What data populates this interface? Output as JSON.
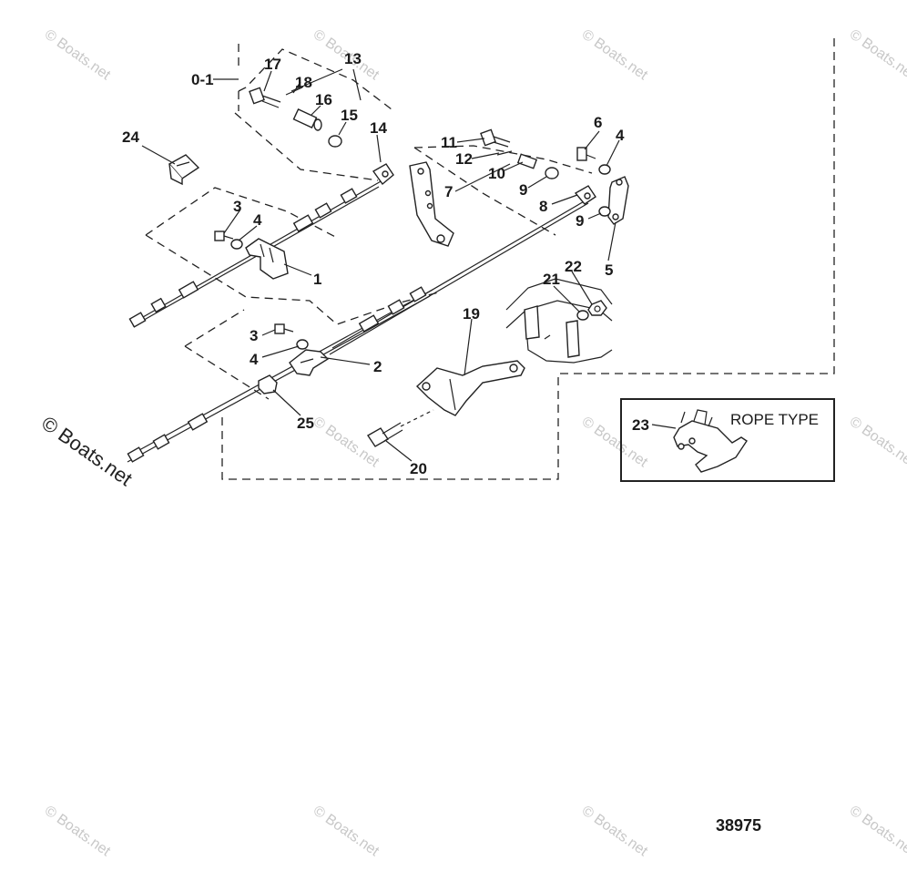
{
  "diagram": {
    "figure_number": "38975",
    "inset_title": "ROPE TYPE",
    "group_label": "0-1",
    "watermark": "© Boats.net",
    "callouts": {
      "c1": "1",
      "c2": "2",
      "c3a": "3",
      "c3b": "3",
      "c4a": "4",
      "c4b": "4",
      "c4c": "4",
      "c5": "5",
      "c6": "6",
      "c7": "7",
      "c8": "8",
      "c9a": "9",
      "c9b": "9",
      "c10": "10",
      "c11": "11",
      "c12": "12",
      "c13": "13",
      "c14": "14",
      "c15": "15",
      "c16": "16",
      "c17": "17",
      "c18": "18",
      "c19": "19",
      "c20": "20",
      "c21": "21",
      "c22": "22",
      "c23": "23",
      "c24": "24",
      "c25": "25"
    }
  }
}
